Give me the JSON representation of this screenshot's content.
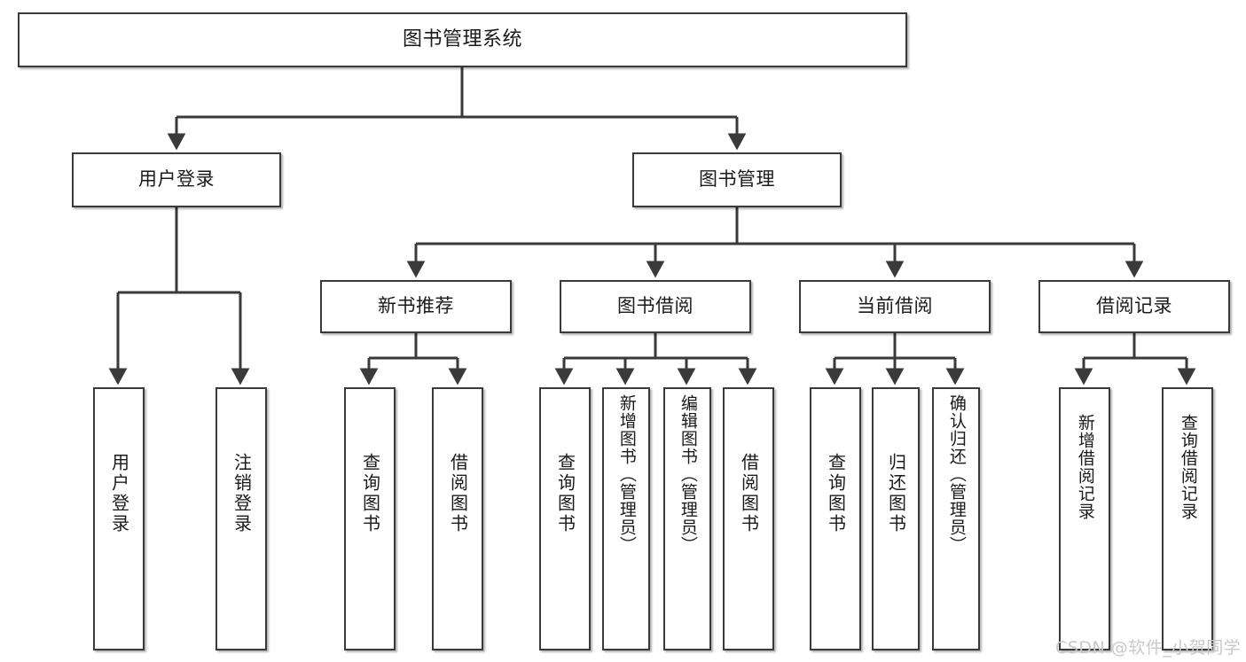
{
  "diagram": {
    "type": "tree",
    "title": "图书管理系统",
    "root": {
      "id": "root",
      "label": "图书管理系统"
    },
    "level2": [
      {
        "id": "user-login",
        "label": "用户登录"
      },
      {
        "id": "book-manage",
        "label": "图书管理"
      }
    ],
    "level3": [
      {
        "id": "new-book-rec",
        "label": "新书推荐"
      },
      {
        "id": "book-borrow",
        "label": "图书借阅"
      },
      {
        "id": "current-borrow",
        "label": "当前借阅"
      },
      {
        "id": "borrow-record",
        "label": "借阅记录"
      }
    ],
    "leaves": [
      {
        "id": "leaf-user-login",
        "label": "用户登录",
        "parent": "user-login"
      },
      {
        "id": "leaf-user-logout",
        "label": "注销登录",
        "parent": "user-login"
      },
      {
        "id": "leaf-rec-query-book",
        "label": "查询图书",
        "parent": "new-book-rec"
      },
      {
        "id": "leaf-rec-borrow-book",
        "label": "借阅图书",
        "parent": "new-book-rec"
      },
      {
        "id": "leaf-bb-query-book",
        "label": "查询图书",
        "parent": "book-borrow"
      },
      {
        "id": "leaf-bb-add-book",
        "label": "新增图书（管理员）",
        "parent": "book-borrow"
      },
      {
        "id": "leaf-bb-edit-book",
        "label": "编辑图书（管理员）",
        "parent": "book-borrow"
      },
      {
        "id": "leaf-bb-borrow-book",
        "label": "借阅图书",
        "parent": "book-borrow"
      },
      {
        "id": "leaf-cb-query-book",
        "label": "查询图书",
        "parent": "current-borrow"
      },
      {
        "id": "leaf-cb-return-book",
        "label": "归还图书",
        "parent": "current-borrow"
      },
      {
        "id": "leaf-cb-confirm-return",
        "label": "确认归还（管理员）",
        "parent": "current-borrow"
      },
      {
        "id": "leaf-br-add-record",
        "label": "新增借阅记录",
        "parent": "borrow-record"
      },
      {
        "id": "leaf-br-query-record",
        "label": "查询借阅记录",
        "parent": "borrow-record"
      }
    ]
  },
  "watermark": {
    "text": "CSDN @软件_小贺同学"
  },
  "colors": {
    "box_border": "#3a3a3a",
    "box_fill": "#ffffff",
    "connector": "#3a3a3a",
    "text": "#1a1a1a",
    "watermark": "#c9c9c9",
    "background": "#ffffff"
  }
}
